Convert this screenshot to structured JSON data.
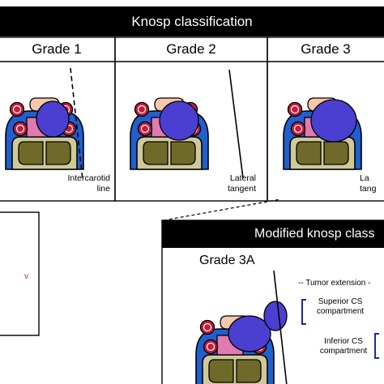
{
  "header": {
    "title": "Knosp classification"
  },
  "grades": [
    {
      "label": "Grade 1",
      "line_label_1": "Intercarotid",
      "line_label_2": "line"
    },
    {
      "label": "Grade 2",
      "line_label_1": "Lateral",
      "line_label_2": "tangent"
    },
    {
      "label": "Grade 3",
      "line_label_1": "La",
      "line_label_2": "tang"
    }
  ],
  "modified": {
    "title": "Modified knosp class",
    "grade_label": "Grade 3A",
    "tumor_extension": "-- Tumor extension -",
    "superior_1": "Superior CS",
    "superior_2": "compartment",
    "inferior_1": "Inferior CS",
    "inferior_2": "compartment"
  },
  "left_fragment": {
    "text": "v"
  },
  "colors": {
    "header_bg": "#000000",
    "sinus_blue": "#1f5fcf",
    "artery_red": "#c21d3a",
    "pituitary_pink": "#e07ab0",
    "stalk_peach": "#f6c7a8",
    "tumor_purple": "#4a3fd0",
    "bone_tan": "#cfc99a",
    "sphenoid_olive": "#6f6a2a",
    "bracket_navy": "#1c2f8a"
  }
}
